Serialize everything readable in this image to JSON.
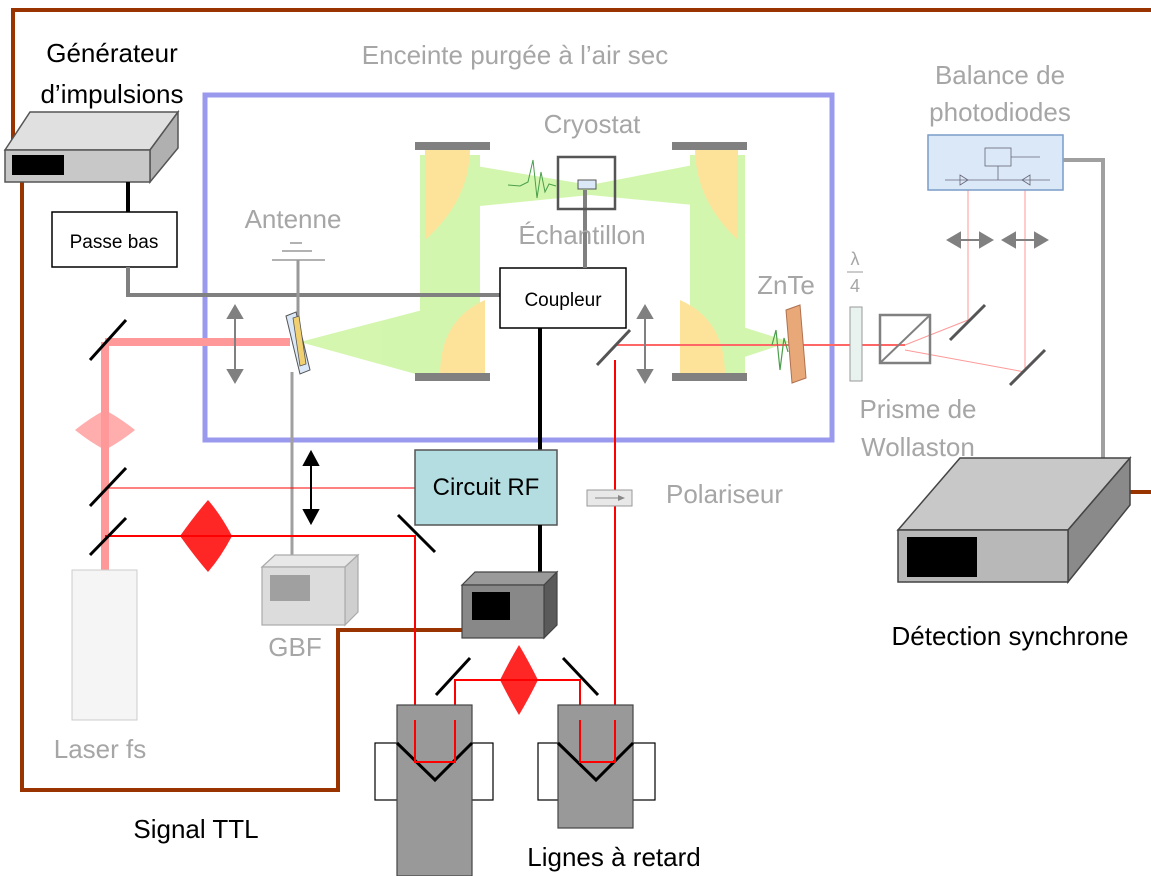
{
  "labels": {
    "pulse_generator_line1": "Générateur",
    "pulse_generator_line2": "d’impulsions",
    "enclosure": "Enceinte purgée à l’air sec",
    "cryostat": "Cryostat",
    "photodiode_balance_line1": "Balance de",
    "photodiode_balance_line2": "photodiodes",
    "antenna": "Antenne",
    "sample": "Échantillon",
    "low_pass": "Passe bas",
    "coupler": "Coupleur",
    "znte": "ZnTe",
    "lambda": "λ",
    "four": "4",
    "wollaston_line1": "Prisme de",
    "wollaston_line2": "Wollaston",
    "rf_circuit": "Circuit RF",
    "polarizer": "Polariseur",
    "gbf": "GBF",
    "lock_in": "Détection synchrone",
    "laser": "Laser fs",
    "ttl_signal": "Signal TTL",
    "delay_lines": "Lignes à retard"
  },
  "colors": {
    "enclosure_border": "#9999ee",
    "thz_beam": "#ccf5a0",
    "mirror_fill": "#fde39a",
    "laser_beam": "#ff0000",
    "laser_beam_faint": "#ff9999",
    "cable_ttl": "#993300",
    "rf_circuit_fill": "#b3dde0",
    "photodiode_fill": "#dbe8f8",
    "znte_fill": "#e8a878"
  }
}
